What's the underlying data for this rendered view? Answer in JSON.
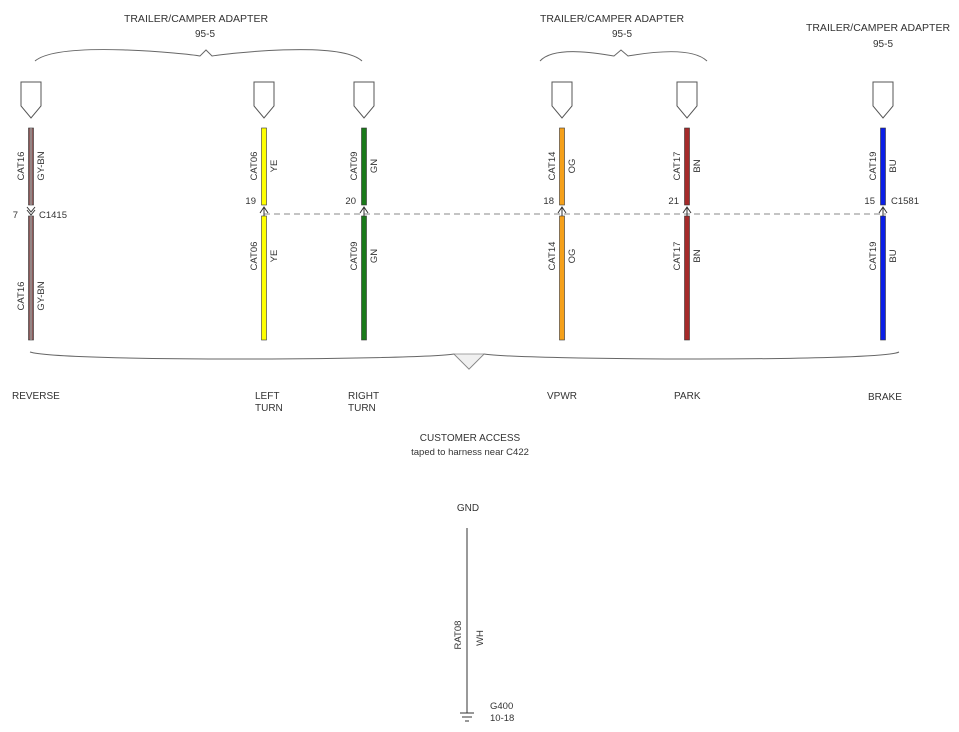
{
  "adapters": [
    {
      "label": "TRAILER/CAMPER ADAPTER",
      "code": "95-5"
    },
    {
      "label": "TRAILER/CAMPER ADAPTER",
      "code": "95-5"
    },
    {
      "label": "TRAILER/CAMPER ADAPTER",
      "code": "95-5"
    }
  ],
  "connectors": {
    "c1415": {
      "name": "C1415"
    },
    "c1581": {
      "name": "C1581"
    }
  },
  "circuits": [
    {
      "circuit": "CAT16",
      "color_code": "GY-BN",
      "pin": "7",
      "function": [
        "REVERSE"
      ],
      "color": "#8B5A5A",
      "stripe": "#9A9A9A"
    },
    {
      "circuit": "CAT06",
      "color_code": "YE",
      "pin": "19",
      "function": [
        "LEFT",
        "TURN"
      ],
      "color": "#FFFF00"
    },
    {
      "circuit": "CAT09",
      "color_code": "GN",
      "pin": "20",
      "function": [
        "RIGHT",
        "TURN"
      ],
      "color": "#1A7A1A"
    },
    {
      "circuit": "CAT14",
      "color_code": "OG",
      "pin": "18",
      "function": [
        "VPWR"
      ],
      "color": "#F5A01A"
    },
    {
      "circuit": "CAT17",
      "color_code": "BN",
      "pin": "21",
      "function": [
        "PARK"
      ],
      "color": "#A52A2A"
    },
    {
      "circuit": "CAT19",
      "color_code": "BU",
      "pin": "15",
      "function": [
        "BRAKE"
      ],
      "color": "#0A1EE6"
    }
  ],
  "customer_access": {
    "title": "CUSTOMER ACCESS",
    "note": "taped to harness near C422"
  },
  "ground": {
    "label": "GND",
    "circuit": "RAT08",
    "color_code": "WH",
    "location": "G400",
    "location_ref": "10-18"
  }
}
